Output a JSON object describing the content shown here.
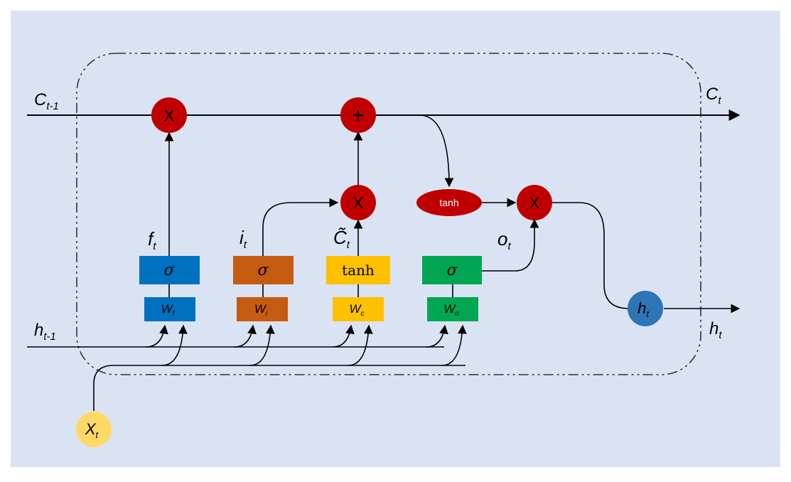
{
  "colors": {
    "background": "#dae3f3",
    "operator": "#c00000",
    "forget_gate": "#0070c0",
    "input_gate": "#c55a11",
    "candidate_gate": "#ffc000",
    "output_gate": "#00a651",
    "hidden_node": "#2e75b6",
    "input_node": "#ffd966",
    "line": "#000000"
  },
  "labels": {
    "c_prev": "C",
    "c_prev_sub": "t-1",
    "c_next": "C",
    "c_next_sub": "t",
    "h_prev": "h",
    "h_prev_sub": "t-1",
    "h_out": "h",
    "h_out_sub": "t",
    "f": "f",
    "f_sub": "t",
    "i": "i",
    "i_sub": "t",
    "ctilde": "C̃",
    "ctilde_sub": "t",
    "o": "o",
    "o_sub": "t"
  },
  "operators": {
    "mult1": "X",
    "add": "+",
    "mult2": "X",
    "mult3": "X",
    "tanh_cell": "tanh"
  },
  "gates": {
    "forget": {
      "activation": "σ",
      "weight": "W",
      "weight_sub": "f"
    },
    "input": {
      "activation": "σ",
      "weight": "W",
      "weight_sub": "i"
    },
    "candidate": {
      "activation": "tanh",
      "weight": "W",
      "weight_sub": "c"
    },
    "output": {
      "activation": "σ",
      "weight": "W",
      "weight_sub": "o"
    }
  },
  "nodes": {
    "hidden": {
      "label": "h",
      "sub": "t"
    },
    "input": {
      "label": "X",
      "sub": "t"
    }
  }
}
